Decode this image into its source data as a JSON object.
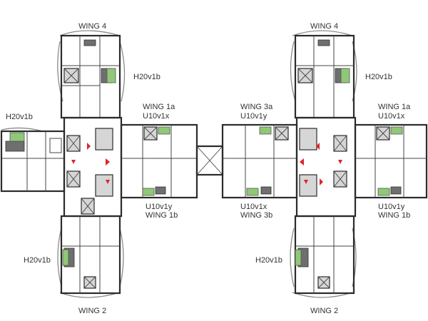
{
  "plan": {
    "labels": {
      "left_wing4": "WING 4",
      "left_h20v1b_top": "H20v1b",
      "left_h20v1b_west": "H20v1b",
      "left_wing1a": "WING 1a",
      "left_u10v1x": "U10v1x",
      "left_u10v1y": "U10v1y",
      "left_wing1b": "WING 1b",
      "left_h20v1b_bottom": "H20v1b",
      "left_wing2": "WING 2",
      "center_wing3a": "WING 3a",
      "center_u10v1y": "U10v1y",
      "center_u10v1x": "U10v1x",
      "center_wing3b": "WING 3b",
      "right_wing4": "WING 4",
      "right_h20v1b_top": "H20v1b",
      "right_wing1a": "WING 1a",
      "right_u10v1x": "U10v1x",
      "right_u10v1y": "U10v1y",
      "right_wing1b": "WING 1b",
      "right_h20v1b_bottom": "H20v1b",
      "right_wing2": "WING 2"
    },
    "colors": {
      "walls": "#2b2b2b",
      "lift_core": "#d6d6d6",
      "balcony_green": "#8fc877",
      "service_dark": "#6f6f6f",
      "arrow_red": "#e0232b",
      "facade_curve": "#8a8a8a"
    }
  }
}
